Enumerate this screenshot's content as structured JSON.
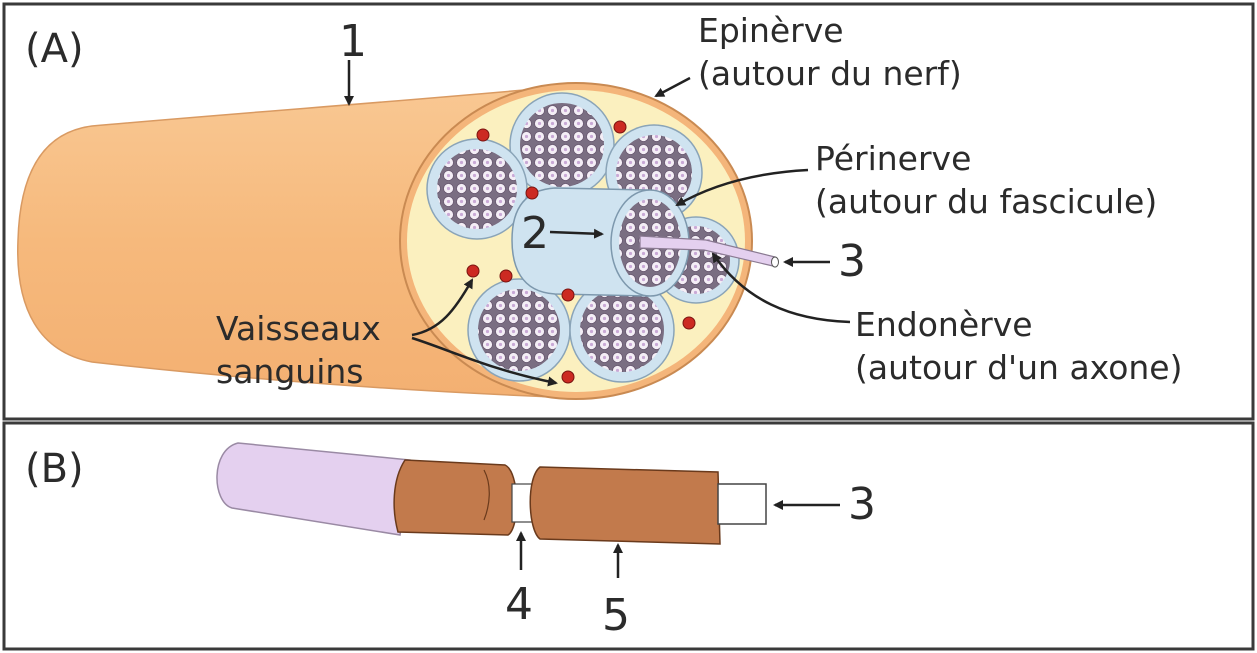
{
  "panel_a": {
    "label": "(A)",
    "numbers": {
      "n1": "1",
      "n2": "2",
      "n3": "3"
    },
    "epinerve": {
      "line1": "Epinèrve",
      "line2": "(autour du nerf)"
    },
    "perinerve": {
      "line1": "Périnerve",
      "line2": "(autour du fascicule)"
    },
    "endonerve": {
      "line1": "Endonèrve",
      "line2": "(autour d'un axone)"
    },
    "vessels": {
      "line1": "Vaisseaux",
      "line2": "sanguins"
    }
  },
  "panel_b": {
    "label": "(B)",
    "numbers": {
      "n3": "3",
      "n4": "4",
      "n5": "5"
    }
  },
  "colors": {
    "nerve_outer": "#f8c48e",
    "epinerve_fill": "#fbf0bf",
    "fascicle": "#cfe3f0",
    "axon_dot": "#c8b4d0",
    "blood_vessel": "#cc2a22",
    "axon_purple": "#e4d0ef",
    "sheath_brown": "#c27a4c",
    "frame": "#3a3a3a"
  }
}
